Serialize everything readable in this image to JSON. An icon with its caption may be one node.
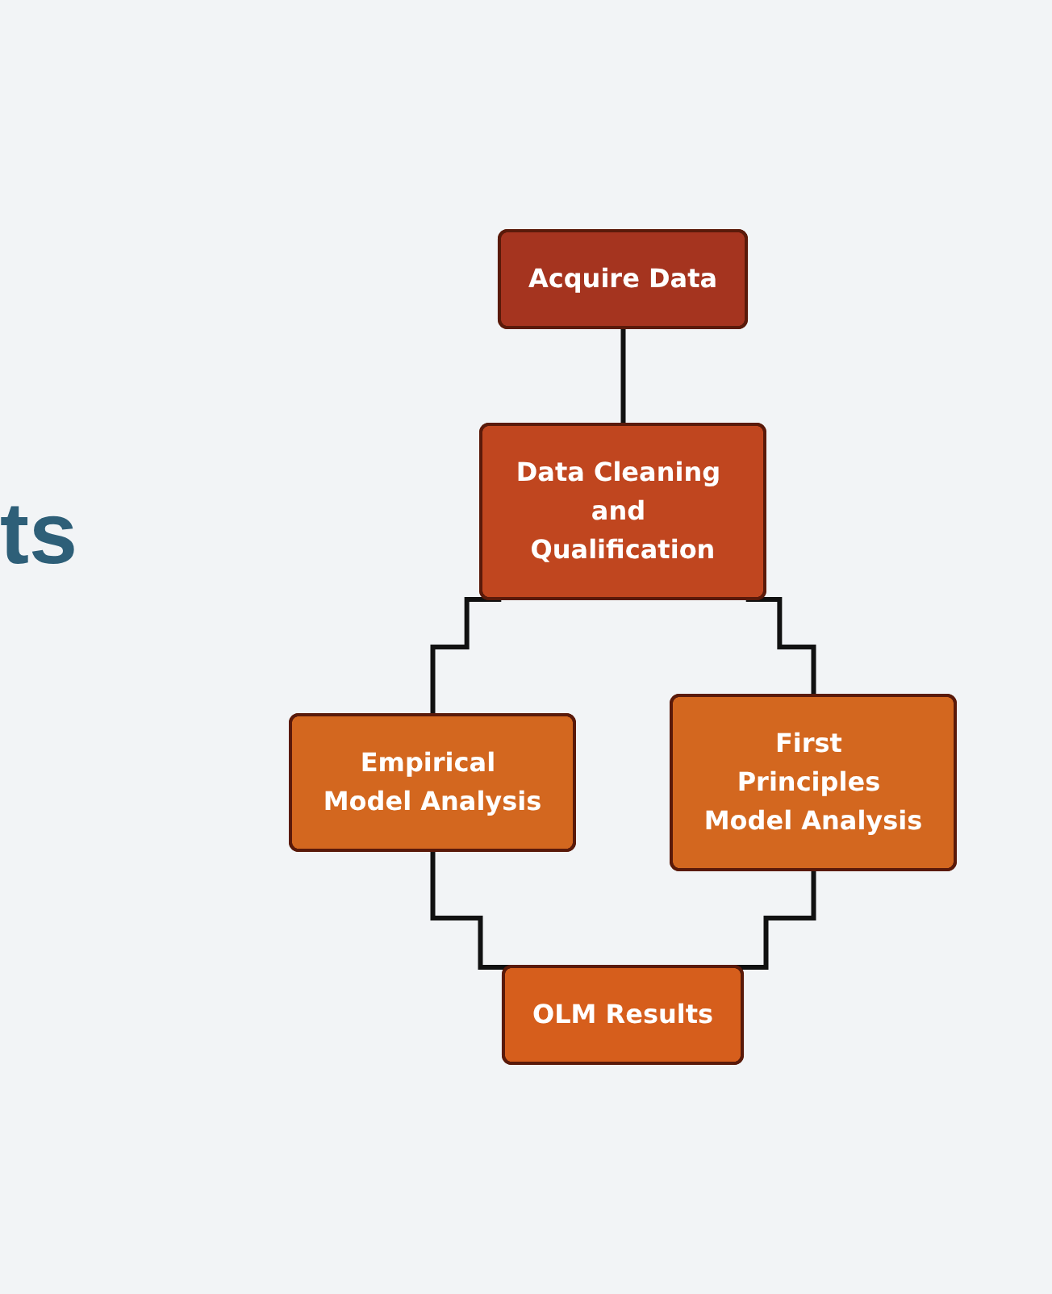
{
  "diagram": {
    "nodes": [
      {
        "text": [
          "Acquire Data"
        ]
      },
      {
        "text": [
          "Data Cleaning and Qualification"
        ]
      },
      {
        "text": [
          "Empirical Model Analysis"
        ]
      },
      {
        "text": [
          "First Principles Model Analysis"
        ]
      },
      {
        "text": [
          "OLM Results"
        ]
      }
    ],
    "edges": [
      {
        "from": 0,
        "to": 1,
        "arrow": "none"
      },
      {
        "from": 1,
        "to": 2,
        "arrow": "none"
      },
      {
        "from": 1,
        "to": 3,
        "arrow": "none"
      },
      {
        "from": 2,
        "to": 4,
        "arrow": "none"
      },
      {
        "from": 3,
        "to": 4,
        "arrow": "none"
      }
    ],
    "labels": [
      "ts"
    ]
  }
}
